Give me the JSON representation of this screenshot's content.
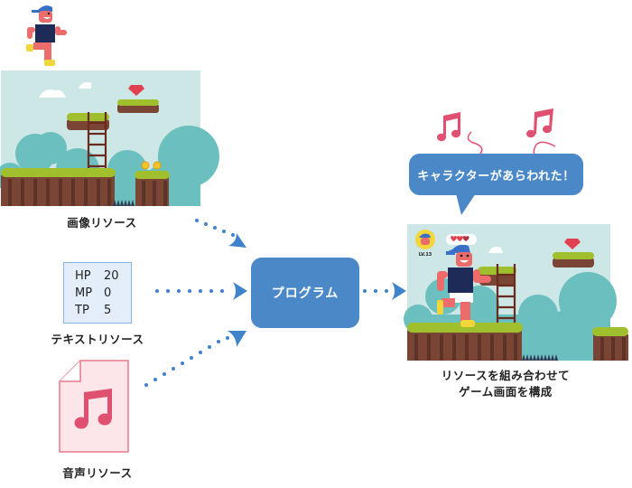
{
  "resources": {
    "image": {
      "label": "画像リソース"
    },
    "text": {
      "label": "テキストリソース",
      "stats": [
        {
          "key": "HP",
          "value": "20"
        },
        {
          "key": "MP",
          "value": "0"
        },
        {
          "key": "TP",
          "value": "5"
        }
      ]
    },
    "sound": {
      "label": "音声リソース",
      "icon": "music-note-icon"
    }
  },
  "program": {
    "label": "プログラム"
  },
  "result": {
    "speech_bubble": "キャラクターがあらわれた！",
    "caption_line1": "リソースを組み合わせて",
    "caption_line2": "ゲーム画面を構成",
    "hud": {
      "level": "LV.13",
      "hearts_full": 2,
      "hearts_half": 1
    }
  },
  "colors": {
    "accent_blue": "#4a88c8",
    "sky": "#cde6e6",
    "hills": "#6bbfbf",
    "grass": "#9fc02c",
    "dirt": "#7a4535",
    "dirt_stripe": "#5e3327",
    "ladder": "#6a2b1f",
    "gem": "#e0404f",
    "music_pink": "#e05070",
    "skin": "#ec6b6b",
    "shirt": "#1e2a57",
    "cap": "#3a6fc8",
    "shoe": "#f2d63a",
    "coin": "#f2c42a"
  }
}
